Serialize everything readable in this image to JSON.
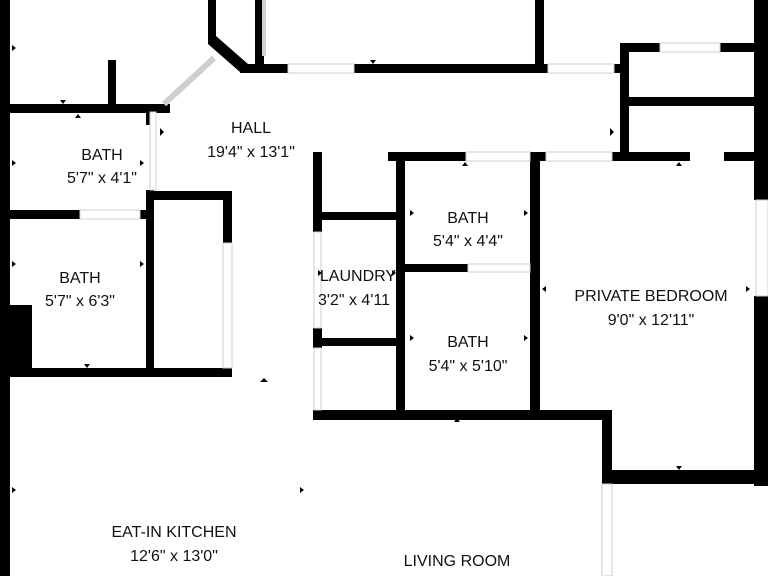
{
  "plan": {
    "colors": {
      "wall": "#000000",
      "background": "#ffffff",
      "window": "#cfcfcf",
      "text": "#111111"
    },
    "rooms": [
      {
        "id": "hall",
        "name": "HALL",
        "dimensions": "19'4\" x 13'1\""
      },
      {
        "id": "bath-upper-left",
        "name": "BATH",
        "dimensions": "5'7\" x 4'1\""
      },
      {
        "id": "bath-lower-left",
        "name": "BATH",
        "dimensions": "5'7\" x 6'3\""
      },
      {
        "id": "laundry",
        "name": "LAUNDRY",
        "dimensions": "3'2\" x 4'11"
      },
      {
        "id": "bath-center-upper",
        "name": "BATH",
        "dimensions": "5'4\" x 4'4\""
      },
      {
        "id": "bath-center-lower",
        "name": "BATH",
        "dimensions": "5'4\" x 5'10\""
      },
      {
        "id": "private-bedroom",
        "name": "PRIVATE BEDROOM",
        "dimensions": "9'0\" x 12'11\""
      },
      {
        "id": "eat-in-kitchen",
        "name": "EAT-IN KITCHEN",
        "dimensions": "12'6\" x 13'0\""
      },
      {
        "id": "living-room",
        "name": "LIVING ROOM",
        "dimensions": ""
      }
    ]
  }
}
